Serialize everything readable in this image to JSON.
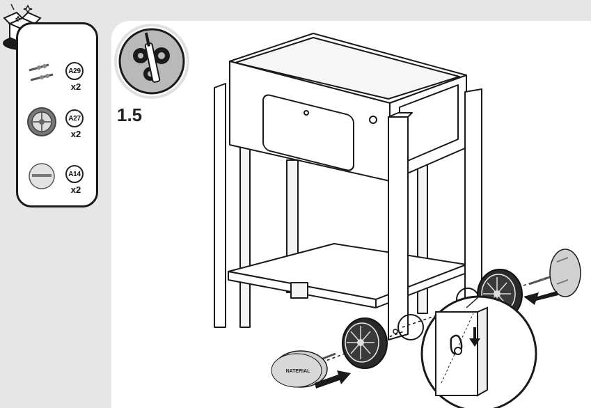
{
  "step": {
    "number": "1.5"
  },
  "parts": [
    {
      "code": "A29",
      "qty": "x2",
      "icon": "bolt-pin-icon"
    },
    {
      "code": "A27",
      "qty": "x2",
      "icon": "wheel-icon"
    },
    {
      "code": "A14",
      "qty": "x2",
      "icon": "hubcap-icon"
    }
  ],
  "hubcap_logo_text": "NATERIAL",
  "icons": [
    "open-box-icon",
    "tools-gears-icon",
    "push-arrow-icon",
    "down-arrow-icon",
    "magnifier-callout-icon"
  ],
  "colors": {
    "outline": "#1a1a1a",
    "panel": "#ffffff",
    "background": "#e6e6e6",
    "wheel": "#2a2a2a",
    "hubcap": "#d0d0d0"
  }
}
